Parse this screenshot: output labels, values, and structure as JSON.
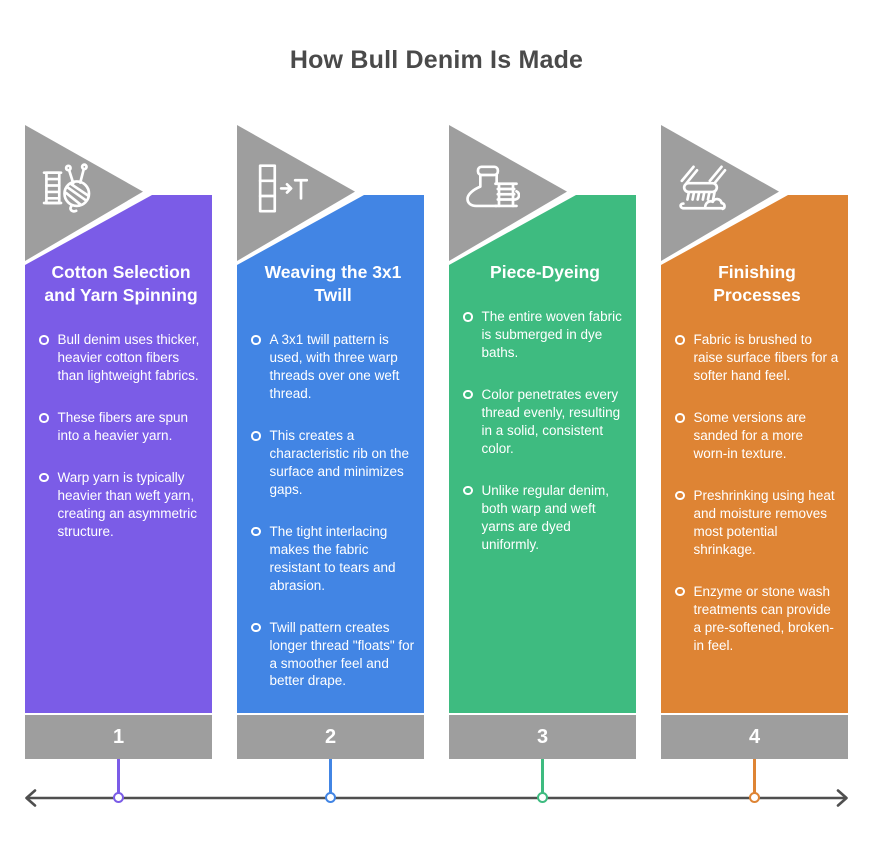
{
  "title": "How Bull Denim Is Made",
  "colors": {
    "background": "#FFFFFF",
    "flag_gray": "#9E9E9E",
    "heading_text": "#4A4A4A",
    "timeline_line": "#4F4F4F",
    "text_on_accent": "#FFFFFF"
  },
  "steps": [
    {
      "number": "1",
      "title": "Cotton Selection and Yarn Spinning",
      "accent": "#7B5CE7",
      "icon": "yarn-ball-spool-icon",
      "bullets": [
        "Bull denim uses thicker, heavier cotton fibers than lightweight fabrics.",
        "These fibers are spun into a heavier yarn.",
        "Warp yarn is typically heavier than weft yarn, creating an asymmetric structure."
      ]
    },
    {
      "number": "2",
      "title": "Weaving the 3x1 Twill",
      "accent": "#4285E4",
      "icon": "twill-weave-icon",
      "bullets": [
        "A 3x1 twill pattern is used, with three warp threads over one weft thread.",
        "This creates a characteristic rib on the surface and minimizes gaps.",
        "The tight interlacing makes the fabric resistant to tears and abrasion.",
        "Twill pattern creates longer thread \"floats\" for a smoother feel and better drape."
      ]
    },
    {
      "number": "3",
      "title": "Piece-Dyeing",
      "accent": "#3EBB80",
      "icon": "dye-boot-icon",
      "bullets": [
        "The entire woven fabric is submerged in dye baths.",
        "Color penetrates every thread evenly, resulting in a solid, consistent color.",
        "Unlike regular denim, both warp and weft yarns are dyed uniformly."
      ]
    },
    {
      "number": "4",
      "title": "Finishing Processes",
      "accent": "#DE8434",
      "icon": "brush-finishing-icon",
      "bullets": [
        "Fabric is brushed to raise surface fibers for a softer hand feel.",
        "Some versions are sanded for a more worn-in texture.",
        "Preshrinking using heat and moisture removes most potential shrinkage.",
        "Enzyme or stone wash treatments can provide a pre-softened, broken-in feel."
      ]
    }
  ]
}
